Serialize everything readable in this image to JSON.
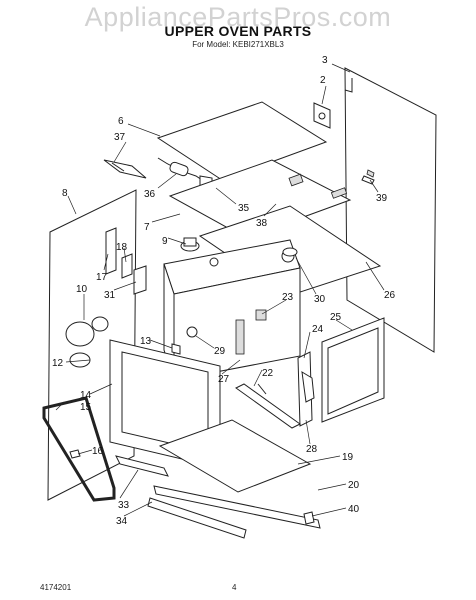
{
  "watermark": "AppliancePartsPros.com",
  "title": "UPPER OVEN PARTS",
  "model_line": "For Model: KEBI271XBL3",
  "footer": {
    "doc_number": "4174201",
    "page_number": "4"
  },
  "callouts": [
    "3",
    "2",
    "6",
    "37",
    "8",
    "36",
    "35",
    "38",
    "39",
    "7",
    "9",
    "18",
    "17",
    "31",
    "10",
    "30",
    "26",
    "23",
    "25",
    "24",
    "12",
    "13",
    "29",
    "27",
    "22",
    "14",
    "15",
    "28",
    "16",
    "19",
    "33",
    "20",
    "34",
    "40"
  ]
}
